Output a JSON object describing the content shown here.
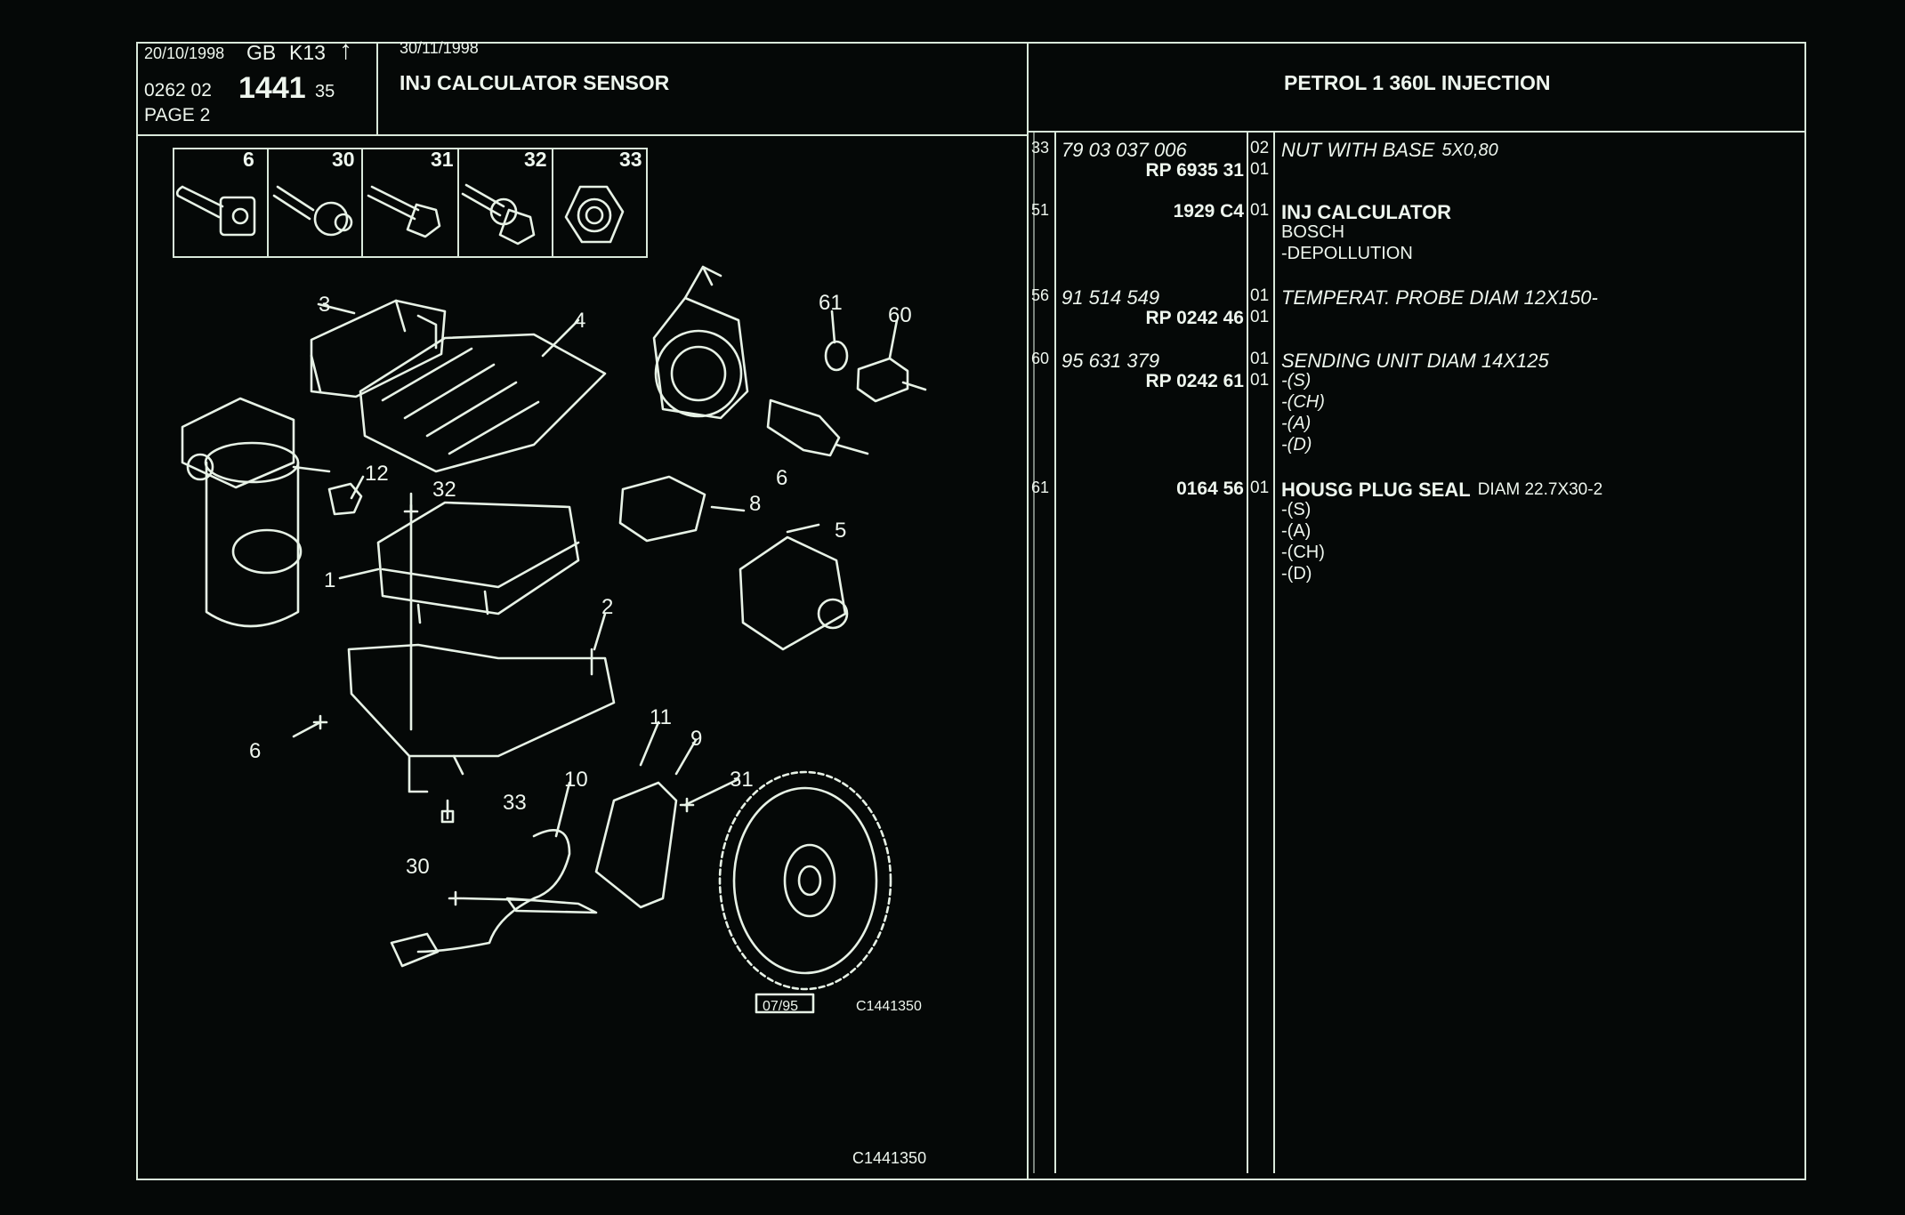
{
  "header": {
    "date1": "20/10/1998",
    "region": "GB",
    "code": "K13",
    "arrow": "↑",
    "ref_a": "0262 02",
    "ref_big": "1441",
    "ref_b": "35",
    "page": "PAGE 2",
    "date2": "30/11/1998",
    "title": "INJ CALCULATOR SENSOR",
    "right_title": "PETROL 1 360L INJECTION"
  },
  "thumbs": [
    "6",
    "30",
    "31",
    "32",
    "33"
  ],
  "callouts": [
    "3",
    "4",
    "61",
    "60",
    "12",
    "32",
    "8",
    "6",
    "5",
    "1",
    "2",
    "6",
    "11",
    "9",
    "31",
    "10",
    "33",
    "30"
  ],
  "stamp": "07/95",
  "diagram_code": "C1441350",
  "footer_code": "C1441350",
  "parts": [
    {
      "ref": "33",
      "num": "79 03 037 006",
      "rp": "RP  6935 31",
      "q1": "02",
      "q2": "01",
      "desc": "NUT WITH BASE",
      "size": "5X0,80",
      "sub": []
    },
    {
      "ref": "51",
      "num": "",
      "rp": "1929 C4",
      "q1": "01",
      "q2": "",
      "desc": "INJ CALCULATOR",
      "size": "",
      "sub": [
        "BOSCH",
        "-DEPOLLUTION"
      ]
    },
    {
      "ref": "56",
      "num": "91 514 549",
      "rp": "RP  0242 46",
      "q1": "01",
      "q2": "01",
      "desc": "TEMPERAT. PROBE DIAM 12X150-",
      "size": "",
      "sub": []
    },
    {
      "ref": "60",
      "num": "95 631 379",
      "rp": "RP  0242 61",
      "q1": "01",
      "q2": "01",
      "desc": "SENDING UNIT DIAM 14X125",
      "size": "",
      "sub": [
        "-(S)",
        "-(CH)",
        "-(A)",
        "-(D)"
      ]
    },
    {
      "ref": "61",
      "num": "",
      "rp": "0164 56",
      "q1": "01",
      "q2": "",
      "desc": "HOUSG PLUG SEAL",
      "size": "DIAM 22.7X30-2",
      "sub": [
        "-(S)",
        "-(A)",
        "-(CH)",
        "-(D)"
      ]
    }
  ]
}
